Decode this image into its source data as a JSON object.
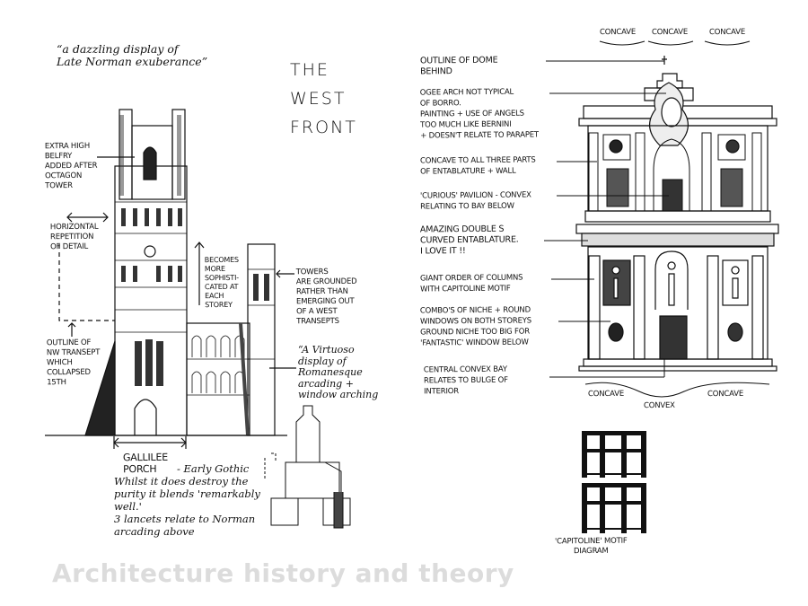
{
  "left_sketch": {
    "quote": "“a dazzling display of\nLate Norman exuberance”",
    "title": "THE\nWEST\nFRONT",
    "notes": {
      "belfry": "Extra high\nbelfry\nadded after\noctagon\ntower",
      "horizontal": "Horizontal\nrepetition\nof detail",
      "transept": "Outline of\nNW transept\nwhich\ncollapsed\n15th",
      "sophisticated": "Becomes\nmore\nsophisti-\ncated at\neach\nstorey",
      "towers": "Towers\nare grounded\nrather than\nemerging out\nof a west\ntransepts",
      "virtuoso": "“A Virtuoso\ndisplay of\nRomanesque\narcading +\nwindow arching",
      "porch_title": "Gallilee\nPorch",
      "porch_note": "- Early Gothic\nWhilst it does destroy the\npurity it blends 'remarkably\nwell.'\n3 lancets relate to Norman\narcading above"
    }
  },
  "right_sketch": {
    "top_labels": [
      "Concave",
      "Concave",
      "Concave"
    ],
    "bottom_labels": {
      "left": "Concave",
      "center": "Convex",
      "right": "Concave"
    },
    "notes": [
      "Outline of dome\nbehind",
      "Ogee arch not typical\nof Borro.\nPainting + use of angels\ntoo much like Bernini\n+ doesn't relate to parapet",
      "Concave to all three parts\nof entablature + wall",
      "'Curious' pavilion - convex\nrelating to bay below",
      "Amazing double S\ncurved entablature.\nI love it !!",
      "Giant order of columns\nwith Capitoline motif",
      "Combo's of niche + round\nwindows on both storeys\nground niche too big for\n'Fantastic' window below",
      "Central convex bay\nrelates to bulge of\ninterior"
    ],
    "diagram_label": "'Capitoline' motif\ndiagram"
  },
  "caption": "Architecture history and theory"
}
